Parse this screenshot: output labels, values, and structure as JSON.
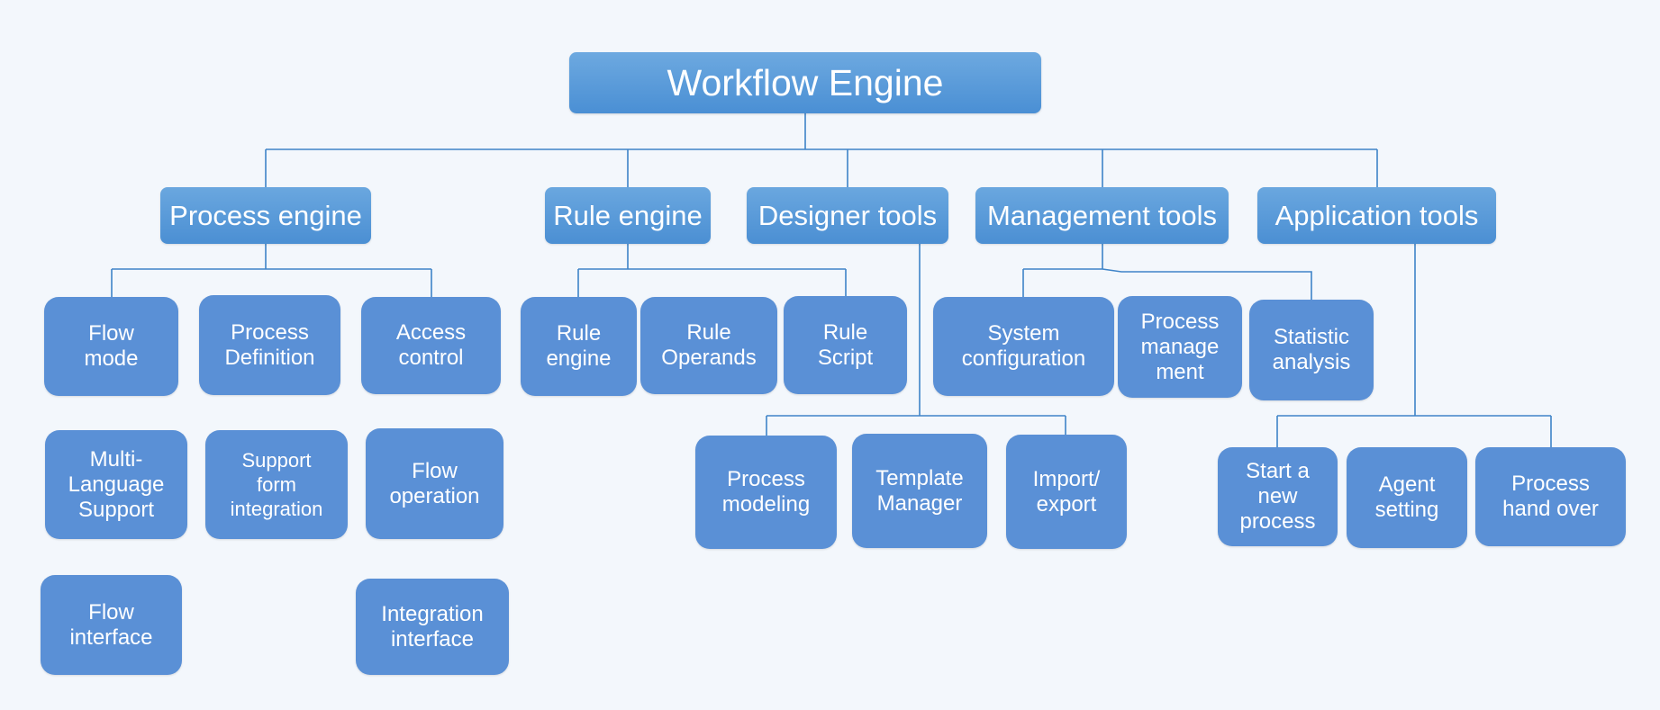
{
  "root": {
    "label": "Workflow Engine"
  },
  "categories": [
    {
      "label": "Process engine",
      "children": [
        "Flow\nmode",
        "Process\nDefinition",
        "Access\ncontrol",
        "Multi-\nLanguage\nSupport",
        "Support\nform\nintegration",
        "Flow\noperation",
        "Flow\ninterface",
        "Integration\ninterface"
      ]
    },
    {
      "label": "Rule engine",
      "children": [
        "Rule\nengine",
        "Rule\nOperands",
        "Rule\nScript"
      ]
    },
    {
      "label": "Designer tools",
      "children": [
        "Process\nmodeling",
        "Template\nManager",
        "Import/\nexport"
      ]
    },
    {
      "label": "Management tools",
      "children": [
        "System\nconfiguration",
        "Process\nmanage\nment",
        "Statistic\nanalysis"
      ]
    },
    {
      "label": "Application tools",
      "children": [
        "Start a\nnew\nprocess",
        "Agent\nsetting",
        "Process\nhand over"
      ]
    }
  ],
  "colors": {
    "node_fill": "#5a90d6",
    "connector": "#3f84c8",
    "background": "#f3f7fc"
  }
}
